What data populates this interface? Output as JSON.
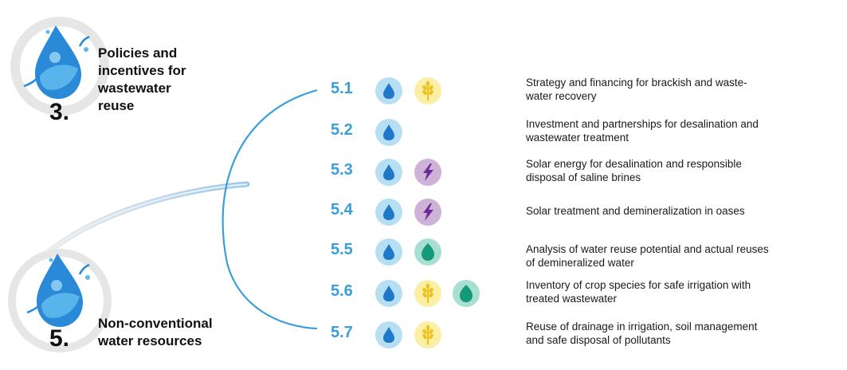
{
  "sections": [
    {
      "number": "3.",
      "title_lines": [
        "Policies and",
        "incentives for",
        "wastewater",
        "reuse"
      ]
    },
    {
      "number": "5.",
      "title_lines": [
        "Non-conventional",
        "water resources"
      ]
    }
  ],
  "measures": [
    {
      "code": "5.1",
      "icons": [
        "water-icon",
        "wheat-icon"
      ],
      "description_lines": [
        "Strategy and financing for brackish and waste-",
        "water recovery"
      ]
    },
    {
      "code": "5.2",
      "icons": [
        "water-icon"
      ],
      "description_lines": [
        "Investment and partnerships for desalination and",
        "wastewater treatment"
      ]
    },
    {
      "code": "5.3",
      "icons": [
        "water-icon",
        "lightning-icon"
      ],
      "description_lines": [
        "Solar energy for desalination and responsible",
        "disposal of saline brines"
      ]
    },
    {
      "code": "5.4",
      "icons": [
        "water-icon",
        "lightning-icon"
      ],
      "description_lines": [
        "Solar treatment and demineralization in oases"
      ]
    },
    {
      "code": "5.5",
      "icons": [
        "water-icon",
        "leaf-icon"
      ],
      "description_lines": [
        "Analysis of water reuse potential and actual reuses",
        "of demineralized water"
      ]
    },
    {
      "code": "5.6",
      "icons": [
        "water-icon",
        "wheat-icon",
        "leaf-icon"
      ],
      "description_lines": [
        "Inventory of crop species for safe irrigation with",
        "treated wastewater"
      ]
    },
    {
      "code": "5.7",
      "icons": [
        "water-icon",
        "wheat-icon"
      ],
      "description_lines": [
        "Reuse of drainage in irrigation, soil management",
        "and safe disposal of pollutants"
      ]
    }
  ],
  "colors": {
    "code_blue": "#3a9fd8",
    "water_bg": "#b7dff4",
    "water_fg": "#1f78c8",
    "food_bg": "#fbefa6",
    "food_fg": "#eec21c",
    "energy_bg": "#cfb2d8",
    "energy_fg": "#6b2c91",
    "eco_bg": "#a9dfd2",
    "eco_fg": "#149a78"
  }
}
